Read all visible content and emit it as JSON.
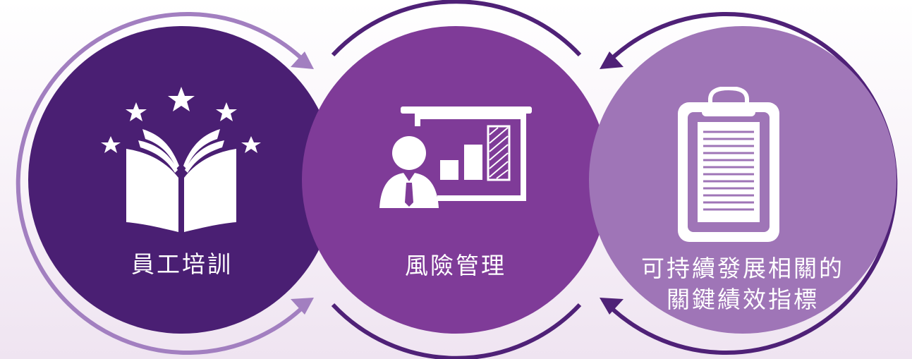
{
  "colors": {
    "dark_purple": "#4a1f73",
    "mid_purple": "#7f3b98",
    "light_purple": "#9f75b7",
    "arc_light": "#a27fc0",
    "arc_dark": "#4f2177"
  },
  "steps": [
    {
      "label_lines": [
        "員工培訓"
      ],
      "icon": "book-with-stars-icon",
      "color": "#4a1f73"
    },
    {
      "label_lines": [
        "風險管理"
      ],
      "icon": "presenter-chart-icon",
      "color": "#7f3b98"
    },
    {
      "label_lines": [
        "可持續發展相關的",
        "關鍵績效指標"
      ],
      "icon": "clipboard-icon",
      "color": "#9f75b7"
    }
  ]
}
